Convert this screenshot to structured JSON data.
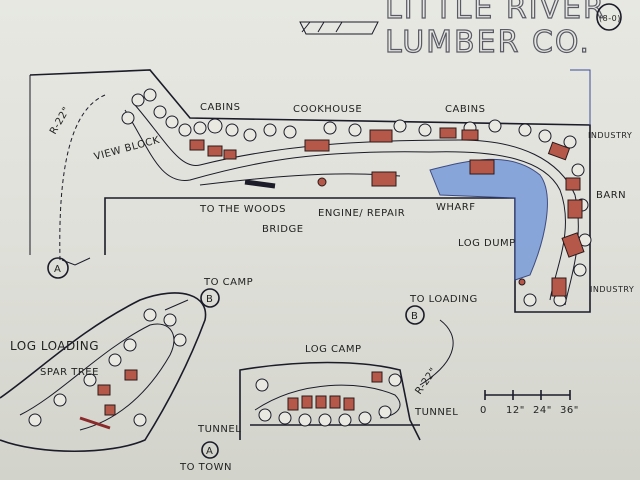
{
  "title": {
    "line1": "LITTLE RIVER",
    "line2": "LUMBER CO."
  },
  "page_number": "(8-0)",
  "labels": {
    "radius_top": "R-22\"",
    "view_block": "VIEW BLOCK",
    "cabins_left": "CABINS",
    "cookhouse": "COOKHOUSE",
    "cabins_right": "CABINS",
    "industry_top": "INDUSTRY",
    "barn": "BARN",
    "industry_bottom": "INDUSTRY",
    "to_the_woods": "TO THE WOODS",
    "bridge": "BRIDGE",
    "engine_repair": "ENGINE/ REPAIR",
    "wharf": "WHARF",
    "log_dump": "LOG DUMP",
    "marker_a_top": "A",
    "to_camp": "TO CAMP",
    "marker_b_left": "B",
    "log_loading": "LOG LOADING",
    "spar_tree": "SPAR TREE",
    "to_loading": "TO LOADING",
    "marker_b_right": "B",
    "log_camp": "LOG CAMP",
    "radius_bottom": "R-22\"",
    "tunnel_left": "TUNNEL",
    "marker_a_bottom": "A",
    "to_town": "TO TOWN",
    "tunnel_right": "TUNNEL"
  },
  "scale": {
    "ticks": [
      "0",
      "12\"",
      "24\"",
      "36\""
    ]
  },
  "colors": {
    "paper": "#e3e4dd",
    "ink": "#1b1b2a",
    "building": "#b5584a",
    "water": "#7f9fd9"
  }
}
